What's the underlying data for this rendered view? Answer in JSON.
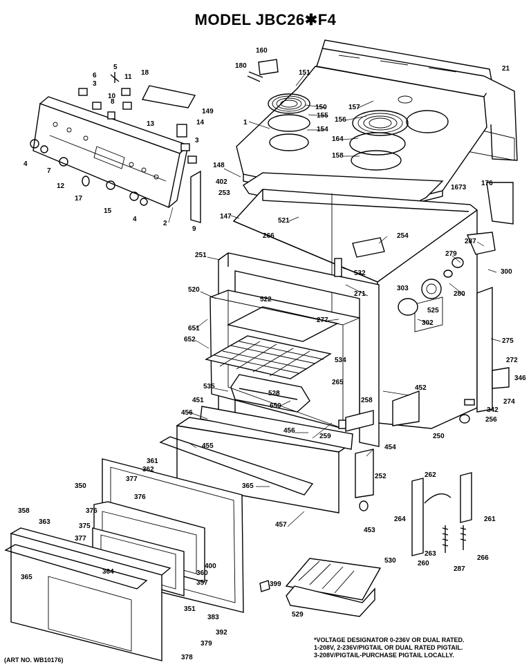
{
  "title": "MODEL JBC26✱F4",
  "footnote": [
    "*VOLTAGE DESIGNATOR 0-236V OR DUAL RATED.",
    "1-208V, 2-236V/PIGTAIL OR DUAL RATED PIGTAIL.",
    "3-208V/PIGTAIL-PURCHASE PIGTAIL LOCALLY."
  ],
  "art_number": "(ART NO. WB10176)",
  "part_labels": [
    "1",
    "2",
    "3",
    "3",
    "4",
    "4",
    "5",
    "6",
    "7",
    "8",
    "9",
    "10",
    "11",
    "12",
    "13",
    "14",
    "15",
    "17",
    "18",
    "21",
    "147",
    "148",
    "149",
    "150",
    "151",
    "154",
    "155",
    "156",
    "157",
    "158",
    "160",
    "164",
    "176",
    "180",
    "250",
    "251",
    "252",
    "253",
    "254",
    "256",
    "258",
    "259",
    "260",
    "261",
    "262",
    "263",
    "264",
    "265",
    "266",
    "266",
    "271",
    "272",
    "274",
    "275",
    "277",
    "279",
    "280",
    "287",
    "287",
    "300",
    "302",
    "303",
    "342",
    "346",
    "350",
    "351",
    "357",
    "358",
    "360",
    "361",
    "362",
    "363",
    "364",
    "365",
    "365",
    "375",
    "376",
    "376",
    "377",
    "377",
    "378",
    "379",
    "383",
    "392",
    "399",
    "400",
    "402",
    "451",
    "452",
    "453",
    "454",
    "455",
    "456",
    "456",
    "457",
    "520",
    "521",
    "522",
    "525",
    "528",
    "529",
    "530",
    "532",
    "534",
    "535",
    "650",
    "651",
    "652",
    "1673"
  ]
}
